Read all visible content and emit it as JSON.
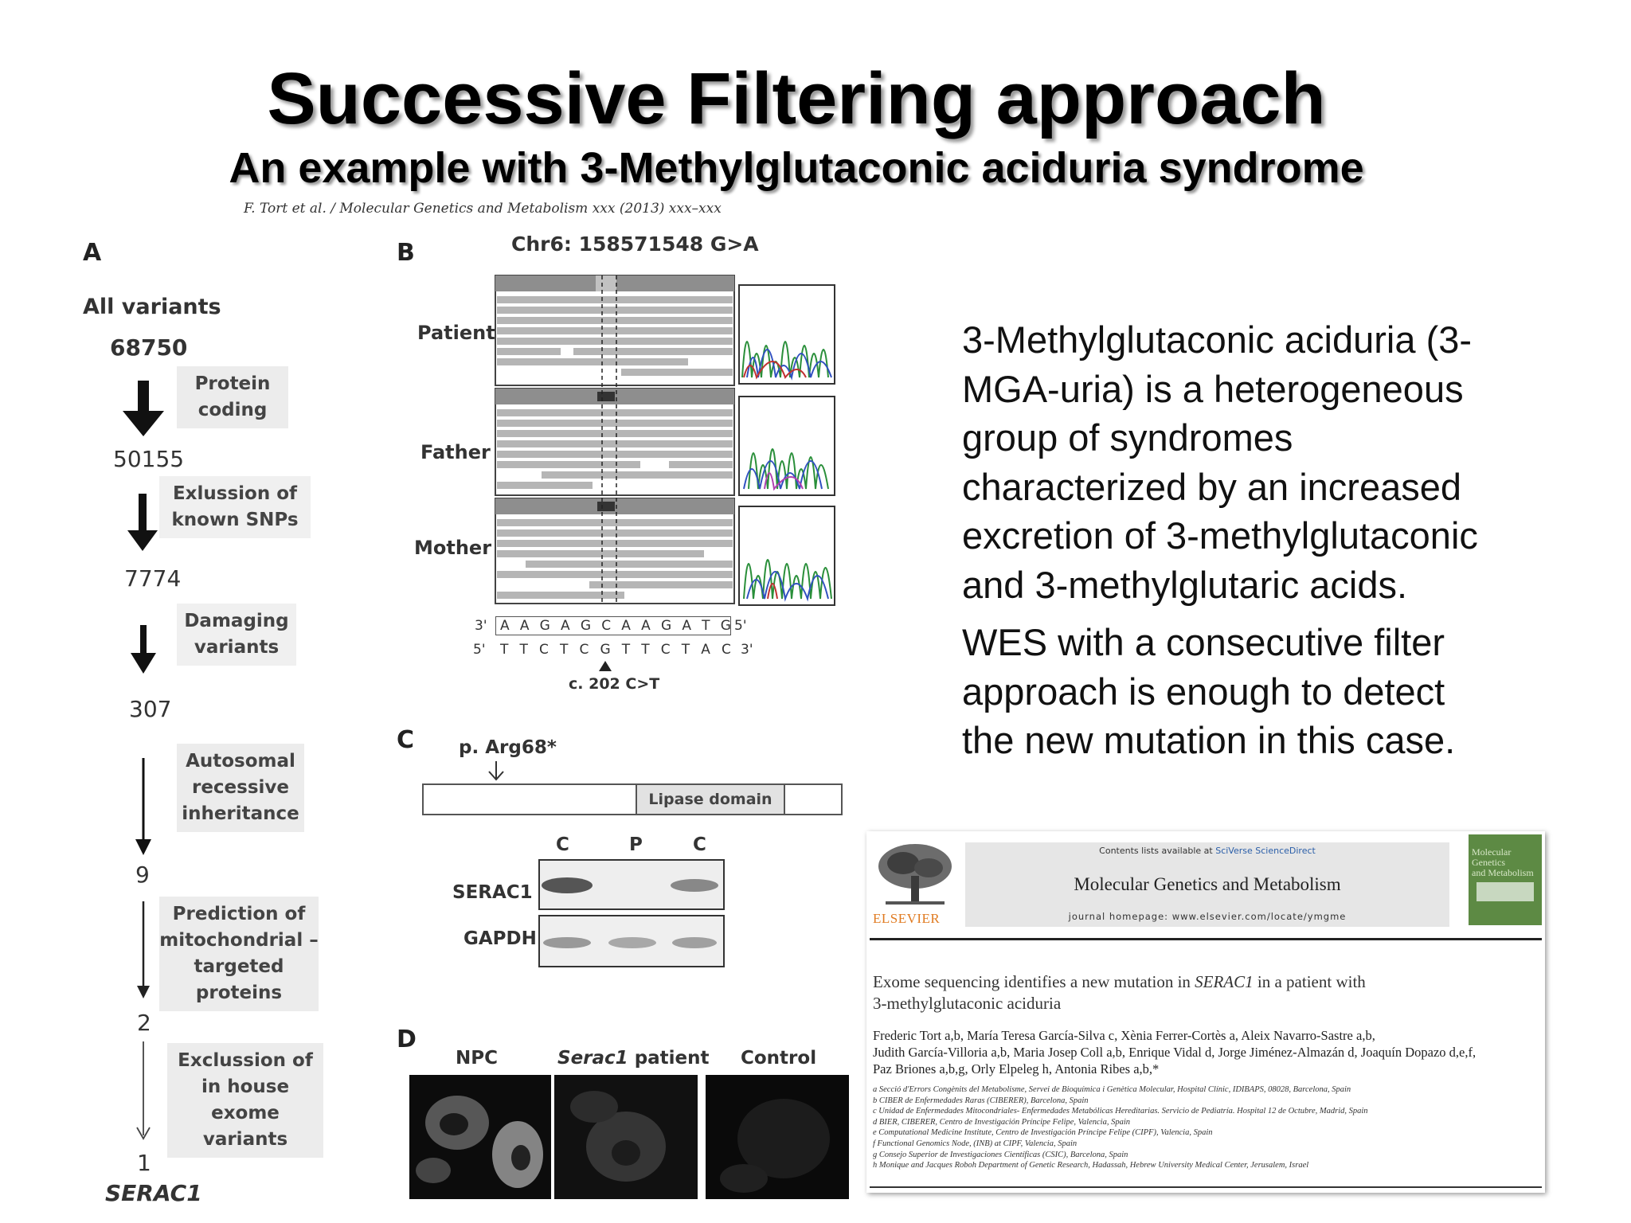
{
  "slide": {
    "title": "Successive Filtering approach",
    "subtitle": "An example with 3-Methylglutaconic aciduria syndrome",
    "citation": "F. Tort et al. / Molecular Genetics and Metabolism xxx (2013) xxx–xxx"
  },
  "panel_a": {
    "letter": "A",
    "heading": "All variants",
    "counts": [
      "68750",
      "50155",
      "7774",
      "307",
      "9",
      "2",
      "1"
    ],
    "final_gene": "SERAC1",
    "filters": [
      [
        "Protein",
        "coding"
      ],
      [
        "Exlussion of",
        "known SNPs"
      ],
      [
        "Damaging",
        "variants"
      ],
      [
        "Autosomal",
        "recessive",
        "inheritance"
      ],
      [
        "Prediction of",
        "mitochondrial –",
        "targeted",
        "proteins"
      ],
      [
        "Exclussion of",
        "in house",
        "exome",
        "variants"
      ]
    ]
  },
  "panel_b": {
    "letter": "B",
    "locus": "Chr6: 158571548 G>A",
    "samples": [
      "Patient",
      "Father",
      "Mother"
    ],
    "seq_top_prefix": "3'",
    "seq_top": [
      "A",
      "A",
      "G",
      "A",
      "G",
      "C",
      "A",
      "A",
      "G",
      "A",
      "T",
      "G"
    ],
    "seq_top_suffix": "5'",
    "seq_bottom_prefix": "5'",
    "seq_bottom": [
      "T",
      "T",
      "C",
      "T",
      "C",
      "G",
      "T",
      "T",
      "C",
      "T",
      "A",
      "C"
    ],
    "seq_bottom_suffix": "3'",
    "mutation": "c. 202 C>T"
  },
  "panel_c": {
    "letter": "C",
    "protein_change": "p. Arg68*",
    "domain": "Lipase domain",
    "lanes": [
      "C",
      "P",
      "C"
    ],
    "rows": [
      "SERAC1",
      "GAPDH"
    ]
  },
  "panel_d": {
    "letter": "D",
    "labels": [
      "NPC",
      "Serac1",
      "patient",
      "Control"
    ]
  },
  "description": {
    "para1": [
      "3-Methylglutaconic aciduria (3-",
      "MGA-uria) is a heterogeneous",
      "group of syndromes",
      "characterized by an increased",
      "excretion of 3-methylglutaconic",
      "and 3-methylglutaric acids."
    ],
    "para2": [
      "WES with a consecutive filter",
      "approach is enough to detect",
      "the new mutation in this case."
    ]
  },
  "journal": {
    "contents_prefix": "Contents lists available at ",
    "contents_link": "SciVerse ScienceDirect",
    "name": "Molecular Genetics and Metabolism",
    "homepage": "journal homepage: www.elsevier.com/locate/ymgme",
    "publisher": "ELSEVIER",
    "cover_text": [
      "Molecular Genetics",
      "and Metabolism"
    ],
    "article_title_1a": "Exome sequencing identifies a new mutation in ",
    "article_title_1b": "SERAC1",
    "article_title_1c": " in a patient with",
    "article_title_2": "3-methylglutaconic aciduria",
    "authors": [
      "Frederic Tort a,b, María Teresa García-Silva c, Xènia Ferrer-Cortès a, Aleix Navarro-Sastre a,b,",
      "Judith García-Villoria a,b, Maria Josep Coll a,b, Enrique Vidal d, Jorge Jiménez-Almazán d, Joaquín Dopazo d,e,f,",
      "Paz Briones a,b,g, Orly Elpeleg h, Antonia Ribes a,b,*"
    ],
    "affiliations": [
      "a Secció d'Errors Congènits del Metabolisme, Servei de Bioquímica i Genètica Molecular, Hospital Clínic, IDIBAPS, 08028, Barcelona, Spain",
      "b CIBER de Enfermedades Raras (CIBERER), Barcelona, Spain",
      "c Unidad de Enfermedades Mitocondriales- Enfermedades Metabólicas Hereditarias. Servicio de Pediatría. Hospital 12 de Octubre, Madrid, Spain",
      "d BIER, CIBERER, Centro de Investigación Príncipe Felipe, Valencia, Spain",
      "e Computational Medicine Institute, Centro de Investigación Príncipe Felipe (CIPF), Valencia, Spain",
      "f Functional Genomics Node, (INB) at CIPF, Valencia, Spain",
      "g Consejo Superior de Investigaciones Científicas (CSIC), Barcelona, Spain",
      "h Monique and Jacques Roboh Department of Genetic Research, Hadassah, Hebrew University Medical Center, Jerusalem, Israel"
    ]
  }
}
